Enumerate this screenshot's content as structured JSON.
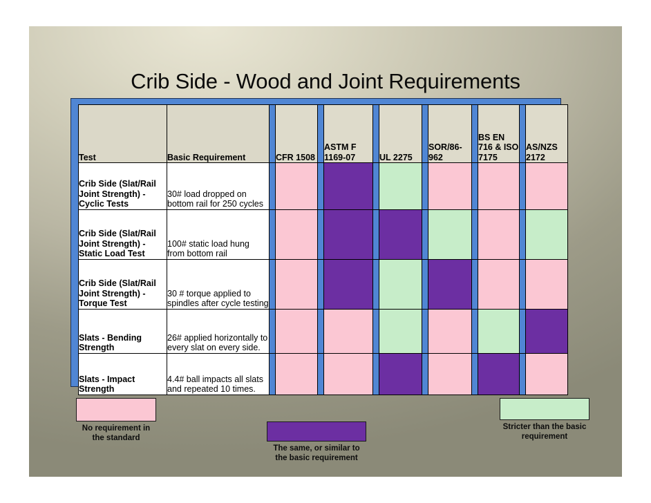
{
  "slide": {
    "title": "Crib Side - Wood and Joint Requirements"
  },
  "table": {
    "columns": [
      {
        "key": "test",
        "label": "Test"
      },
      {
        "key": "basic",
        "label": "Basic Requirement"
      },
      {
        "key": "cfr",
        "label": "CFR 1508"
      },
      {
        "key": "astm",
        "label": "ASTM F 1169-07"
      },
      {
        "key": "ul",
        "label": "UL 2275"
      },
      {
        "key": "sor",
        "label": "SOR/86-962"
      },
      {
        "key": "bsen",
        "label": "BS EN 716 & ISO 7175"
      },
      {
        "key": "asnzs",
        "label": "AS/NZS 2172"
      }
    ],
    "rows": [
      {
        "test": "Crib Side (Slat/Rail Joint Strength) - Cyclic Tests",
        "basic": "30# load dropped on bottom rail for 250 cycles",
        "marks": [
          "pink",
          "purple",
          "green",
          "pink",
          "pink",
          "pink"
        ]
      },
      {
        "test": "Crib Side (Slat/Rail Joint Strength) - Static Load Test",
        "basic": "100# static load hung from bottom rail",
        "marks": [
          "pink",
          "purple",
          "purple",
          "green",
          "pink",
          "green"
        ]
      },
      {
        "test": "Crib Side (Slat/Rail Joint Strength) - Torque Test",
        "basic": "30 # torque applied to spindles after cycle testing",
        "marks": [
          "pink",
          "purple",
          "green",
          "purple",
          "pink",
          "pink"
        ]
      },
      {
        "test": "Slats - Bending Strength",
        "basic": "26# applied horizontally to every slat on every side.",
        "marks": [
          "pink",
          "pink",
          "green",
          "pink",
          "green",
          "purple"
        ]
      },
      {
        "test": "Slats - Impact Strength",
        "basic": "4.4# ball impacts all slats and repeated 10 times.",
        "marks": [
          "pink",
          "pink",
          "purple",
          "pink",
          "purple",
          "pink"
        ]
      }
    ]
  },
  "legend": {
    "none": {
      "caption": "No requirement in\nthe standard",
      "color": "#fbc7d3"
    },
    "same": {
      "caption": "The same, or similar to\nthe basic requirement",
      "color": "#6c2fa2"
    },
    "stricter": {
      "caption": "Stricter than the basic\nrequirement",
      "color": "#c7edc9"
    }
  },
  "colors": {
    "pink": "#fbc7d3",
    "purple": "#6c2fa2",
    "green": "#c7edc9",
    "frame_blue": "#5086d4",
    "header_bg": "#dedbcb",
    "cell_bg": "#ffffff"
  }
}
